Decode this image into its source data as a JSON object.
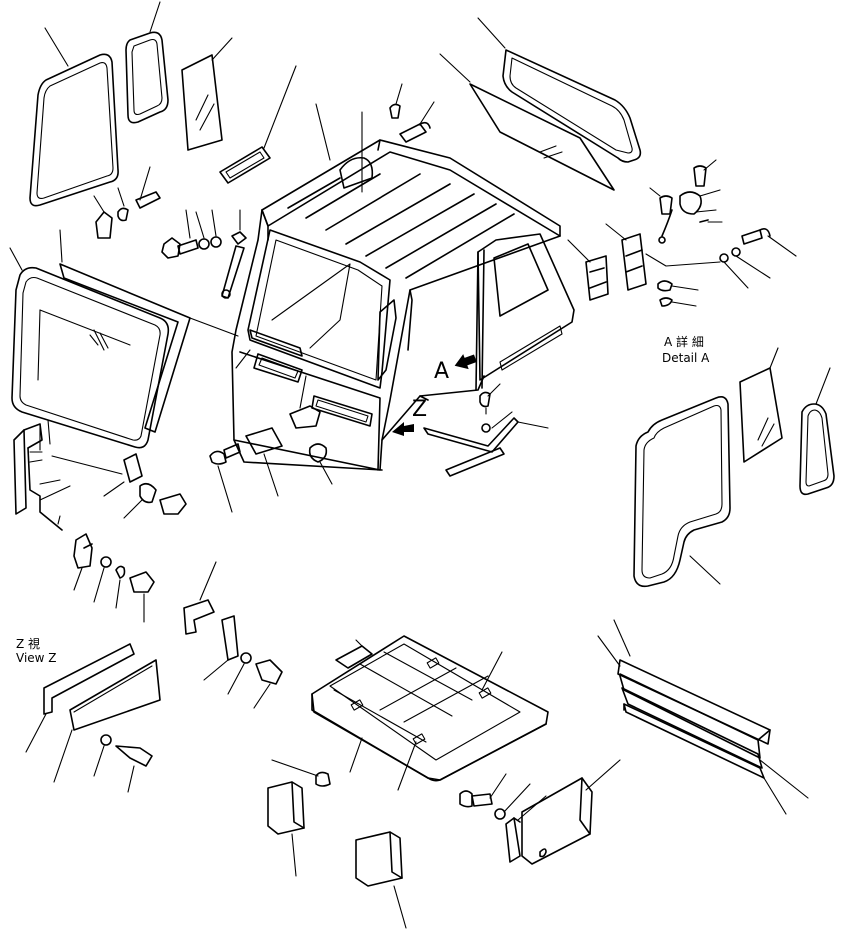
{
  "labels": {
    "detail_a_jp": "A 詳 細",
    "detail_a": "Detail A",
    "view_z_jp": "Z 視",
    "view_z": "View Z",
    "marker_a": "A",
    "marker_z": "Z"
  }
}
